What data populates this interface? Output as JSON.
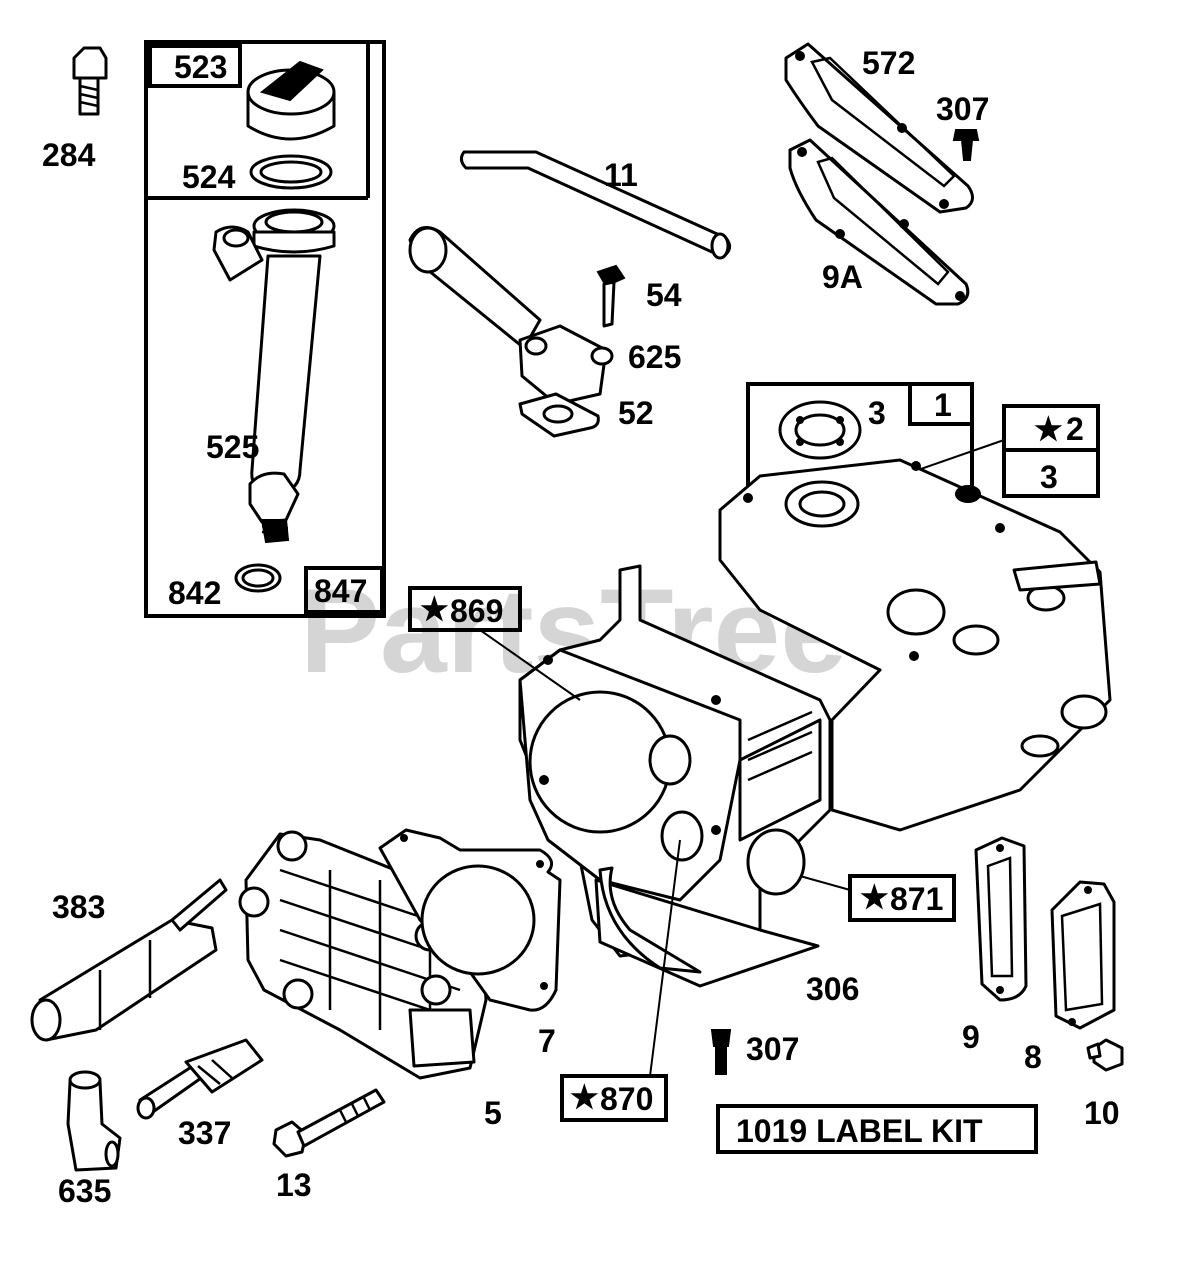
{
  "watermark": "PartsTree",
  "labels": {
    "p284": "284",
    "p523": "523",
    "p524": "524",
    "p525": "525",
    "p842": "842",
    "p847": "847",
    "p11": "11",
    "p54": "54",
    "p625": "625",
    "p52": "52",
    "p572": "572",
    "p307a": "307",
    "p9a": "9A",
    "p3a": "3",
    "p1": "1",
    "p2": "2",
    "p3b": "3",
    "p869": "869",
    "p871": "871",
    "p870": "870",
    "p306": "306",
    "p307b": "307",
    "p383": "383",
    "p7": "7",
    "p5": "5",
    "p337": "337",
    "p13": "13",
    "p635": "635",
    "p9": "9",
    "p8": "8",
    "p10": "10",
    "label_kit": "1019 LABEL KIT"
  },
  "star_glyph": "★"
}
